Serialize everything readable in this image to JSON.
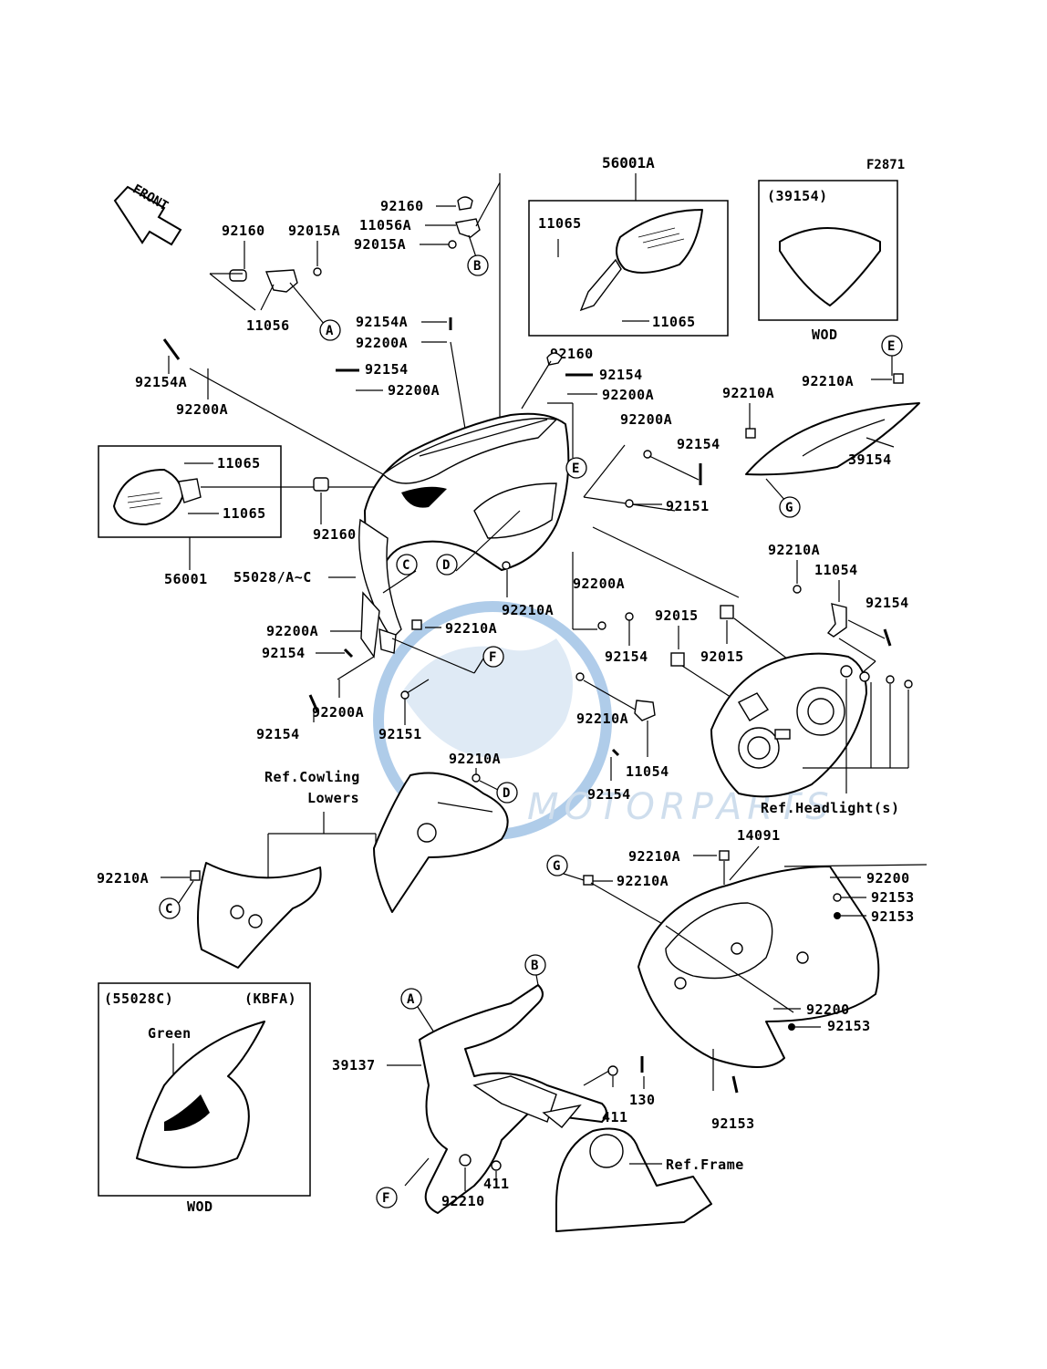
{
  "diagram": {
    "figure_code": "F2871",
    "front_label": "FRONT",
    "watermark_text": "MOTORPARTS",
    "accent_color": "#6fa3d8",
    "line_color": "#000000",
    "background_color": "#ffffff"
  },
  "boxes": {
    "mirror_right": {
      "part_no": "56001A",
      "labels": [
        "11065",
        "11065"
      ]
    },
    "mirror_left": {
      "part_no": "56001",
      "labels": [
        "11065",
        "11065"
      ]
    },
    "windshield_variant": {
      "header": "(39154)",
      "footer": "WOD"
    },
    "cowling_variant": {
      "header_left": "(55028C)",
      "header_right": "(KBFA)",
      "color_label": "Green",
      "footer": "WOD"
    }
  },
  "parts": {
    "p92160_a": "92160",
    "p92015A_a": "92015A",
    "p11056": "11056",
    "p92160_b": "92160",
    "p11056A": "11056A",
    "p92015A_b": "92015A",
    "p92154A_a": "92154A",
    "p92200A_a": "92200A",
    "p92154A_b": "92154A",
    "p92200A_b": "92200A",
    "p92154_a": "92154",
    "p92200A_c": "92200A",
    "p92160_c": "92160",
    "p92154_b": "92154",
    "p92200A_d": "92200A",
    "p92200A_e": "92200A",
    "p92154_c": "92154",
    "p92151_a": "92151",
    "p92210A_a": "92210A",
    "p92210A_b": "92210A",
    "p39154": "39154",
    "p92160_d": "92160",
    "p55028": "55028/A~C",
    "p92210A_c": "92210A",
    "p92200A_f": "92200A",
    "p92210A_d": "92210A",
    "p92200A_g": "92200A",
    "p92154_d": "92154",
    "p92200A_h": "92200A",
    "p92154_e": "92154",
    "p92151_b": "92151",
    "p92210A_e": "92210A",
    "p92154_f": "92154",
    "p92015_a": "92015",
    "p92015_b": "92015",
    "p92210A_f": "92210A",
    "p11054_a": "11054",
    "p92154_g": "92154",
    "p92210A_g": "92210A",
    "p11054_b": "11054",
    "p92154_h": "92154",
    "ref_headlight": "Ref.Headlight(s)",
    "ref_cowling_1": "Ref.Cowling",
    "ref_cowling_2": "Lowers",
    "p92210A_h": "92210A",
    "p14091": "14091",
    "p92210A_i": "92210A",
    "p92210A_j": "92210A",
    "p92200_a": "92200",
    "p92153_a": "92153",
    "p92153_b": "92153",
    "p92200_b": "92200",
    "p92153_c": "92153",
    "p39137": "39137",
    "p411_a": "411",
    "p130": "130",
    "p92153_d": "92153",
    "ref_frame": "Ref.Frame",
    "p411_b": "411",
    "p92210": "92210"
  },
  "callouts": {
    "A": "A",
    "B": "B",
    "C": "C",
    "D": "D",
    "E": "E",
    "F": "F",
    "G": "G"
  }
}
